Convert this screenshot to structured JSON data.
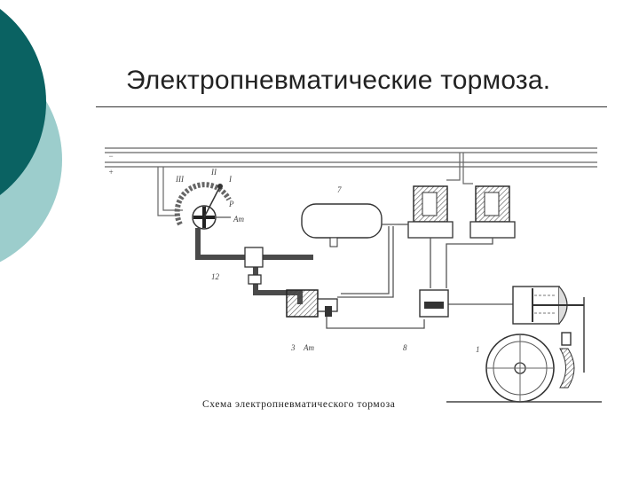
{
  "slide": {
    "title": "Электропневматические тормоза.",
    "caption": "Схема электропневматического тормоза"
  },
  "diagram": {
    "wire_labels": [
      "−",
      "+"
    ],
    "part_labels": [
      "III",
      "II",
      "I",
      "Р",
      "Ат",
      "7",
      "12",
      "3",
      "Ат",
      "8",
      "1"
    ]
  },
  "colors": {
    "decor_dark_teal": "#0a6262",
    "decor_light_teal": "#9ccdcc",
    "line": "#555555",
    "pipe_dark": "#4a4a4a"
  }
}
